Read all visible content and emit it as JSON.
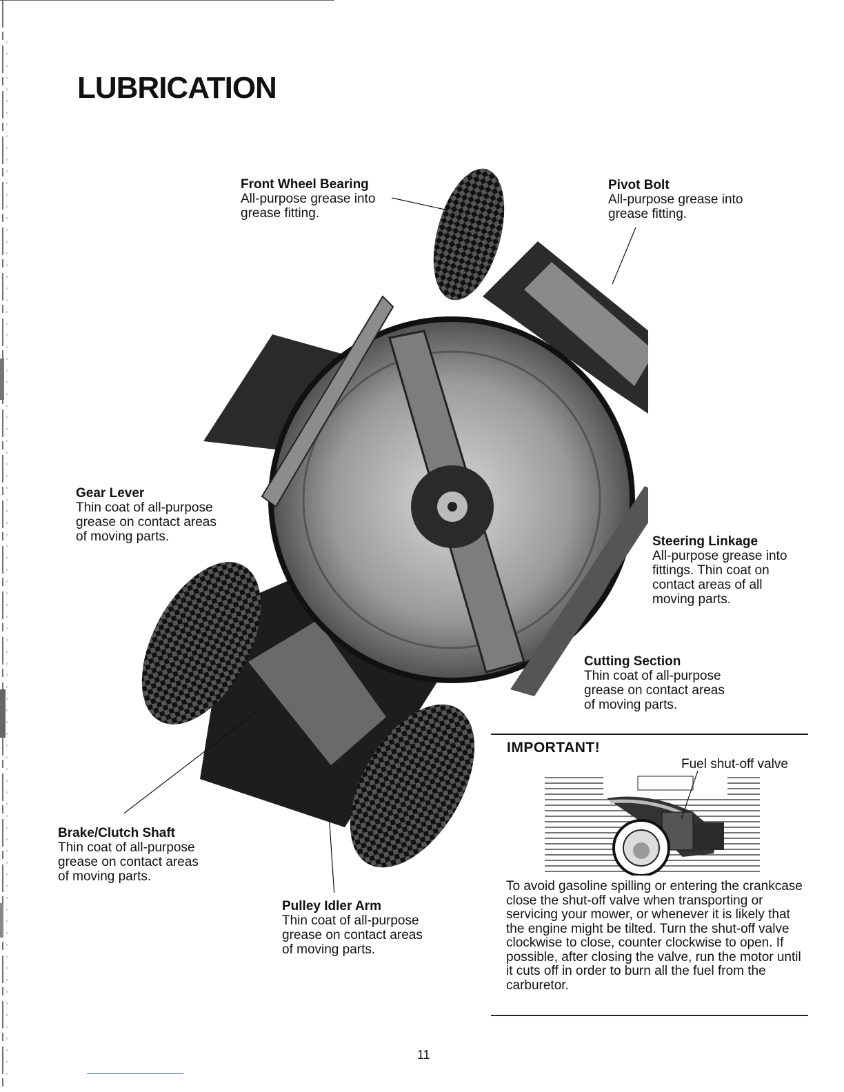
{
  "page": {
    "title": "LUBRICATION",
    "page_number": "11"
  },
  "callouts": {
    "front_wheel_bearing": {
      "heading": "Front Wheel Bearing",
      "body": "All-purpose grease into\ngrease fitting."
    },
    "pivot_bolt": {
      "heading": "Pivot Bolt",
      "body": "All-purpose grease into\ngrease fitting."
    },
    "gear_lever": {
      "heading": "Gear Lever",
      "body": "Thin coat of all-purpose\ngrease on contact areas\nof moving parts."
    },
    "steering_linkage": {
      "heading": "Steering Linkage",
      "body": "All-purpose grease into\nfittings. Thin coat on\ncontact areas of all\nmoving parts."
    },
    "cutting_section": {
      "heading": "Cutting Section",
      "body": "Thin coat of all-purpose\ngrease on contact areas\nof moving parts."
    },
    "brake_clutch_shaft": {
      "heading": "Brake/Clutch Shaft",
      "body": "Thin coat of all-purpose\ngrease on contact areas\nof moving parts."
    },
    "pulley_idler_arm": {
      "heading": "Pulley Idler Arm",
      "body": "Thin coat of all-purpose\ngrease on contact areas\nof moving parts."
    }
  },
  "important": {
    "heading": "IMPORTANT!",
    "figure_label": "Fuel shut-off valve",
    "text": "To avoid gasoline spilling or entering the crankcase close the shut-off valve when transporting or servicing your mower, or whenever it is likely that the engine might be tilted. Turn the shut-off valve clockwise to close, counter clockwise to open. If possible, after closing the valve, run the motor until it cuts off in order to burn all the fuel from the carburetor."
  }
}
